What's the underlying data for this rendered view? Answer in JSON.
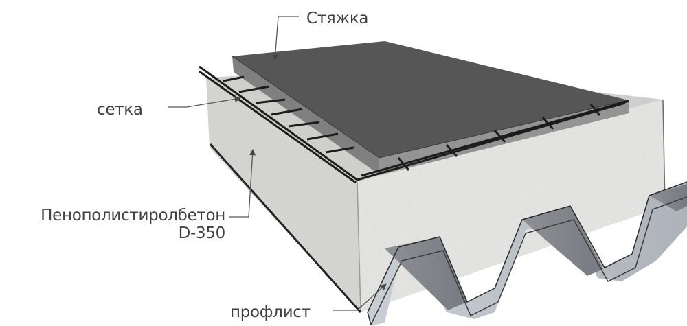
{
  "diagram": {
    "type": "layered-floor-cross-section",
    "background": "#ffffff",
    "label_color": "#404040",
    "leader_color": "#555555",
    "labels": {
      "screed": "Стяжка",
      "mesh": "сетка",
      "foam_concrete_line1": "Пенополистиролбетон",
      "foam_concrete_line2": "D-350",
      "profiled_sheet": "профлист"
    },
    "layers": [
      {
        "id": "screed",
        "name": "Стяжка",
        "color": "#5e5e5e"
      },
      {
        "id": "mesh",
        "name": "сетка",
        "color": "#1e1e1e"
      },
      {
        "id": "foam_concrete",
        "name": "Пенополистиролбетон D-350",
        "color": "#e6e6e4"
      },
      {
        "id": "profiled_sheet",
        "name": "профлист",
        "color": "#b9bec4"
      }
    ]
  }
}
